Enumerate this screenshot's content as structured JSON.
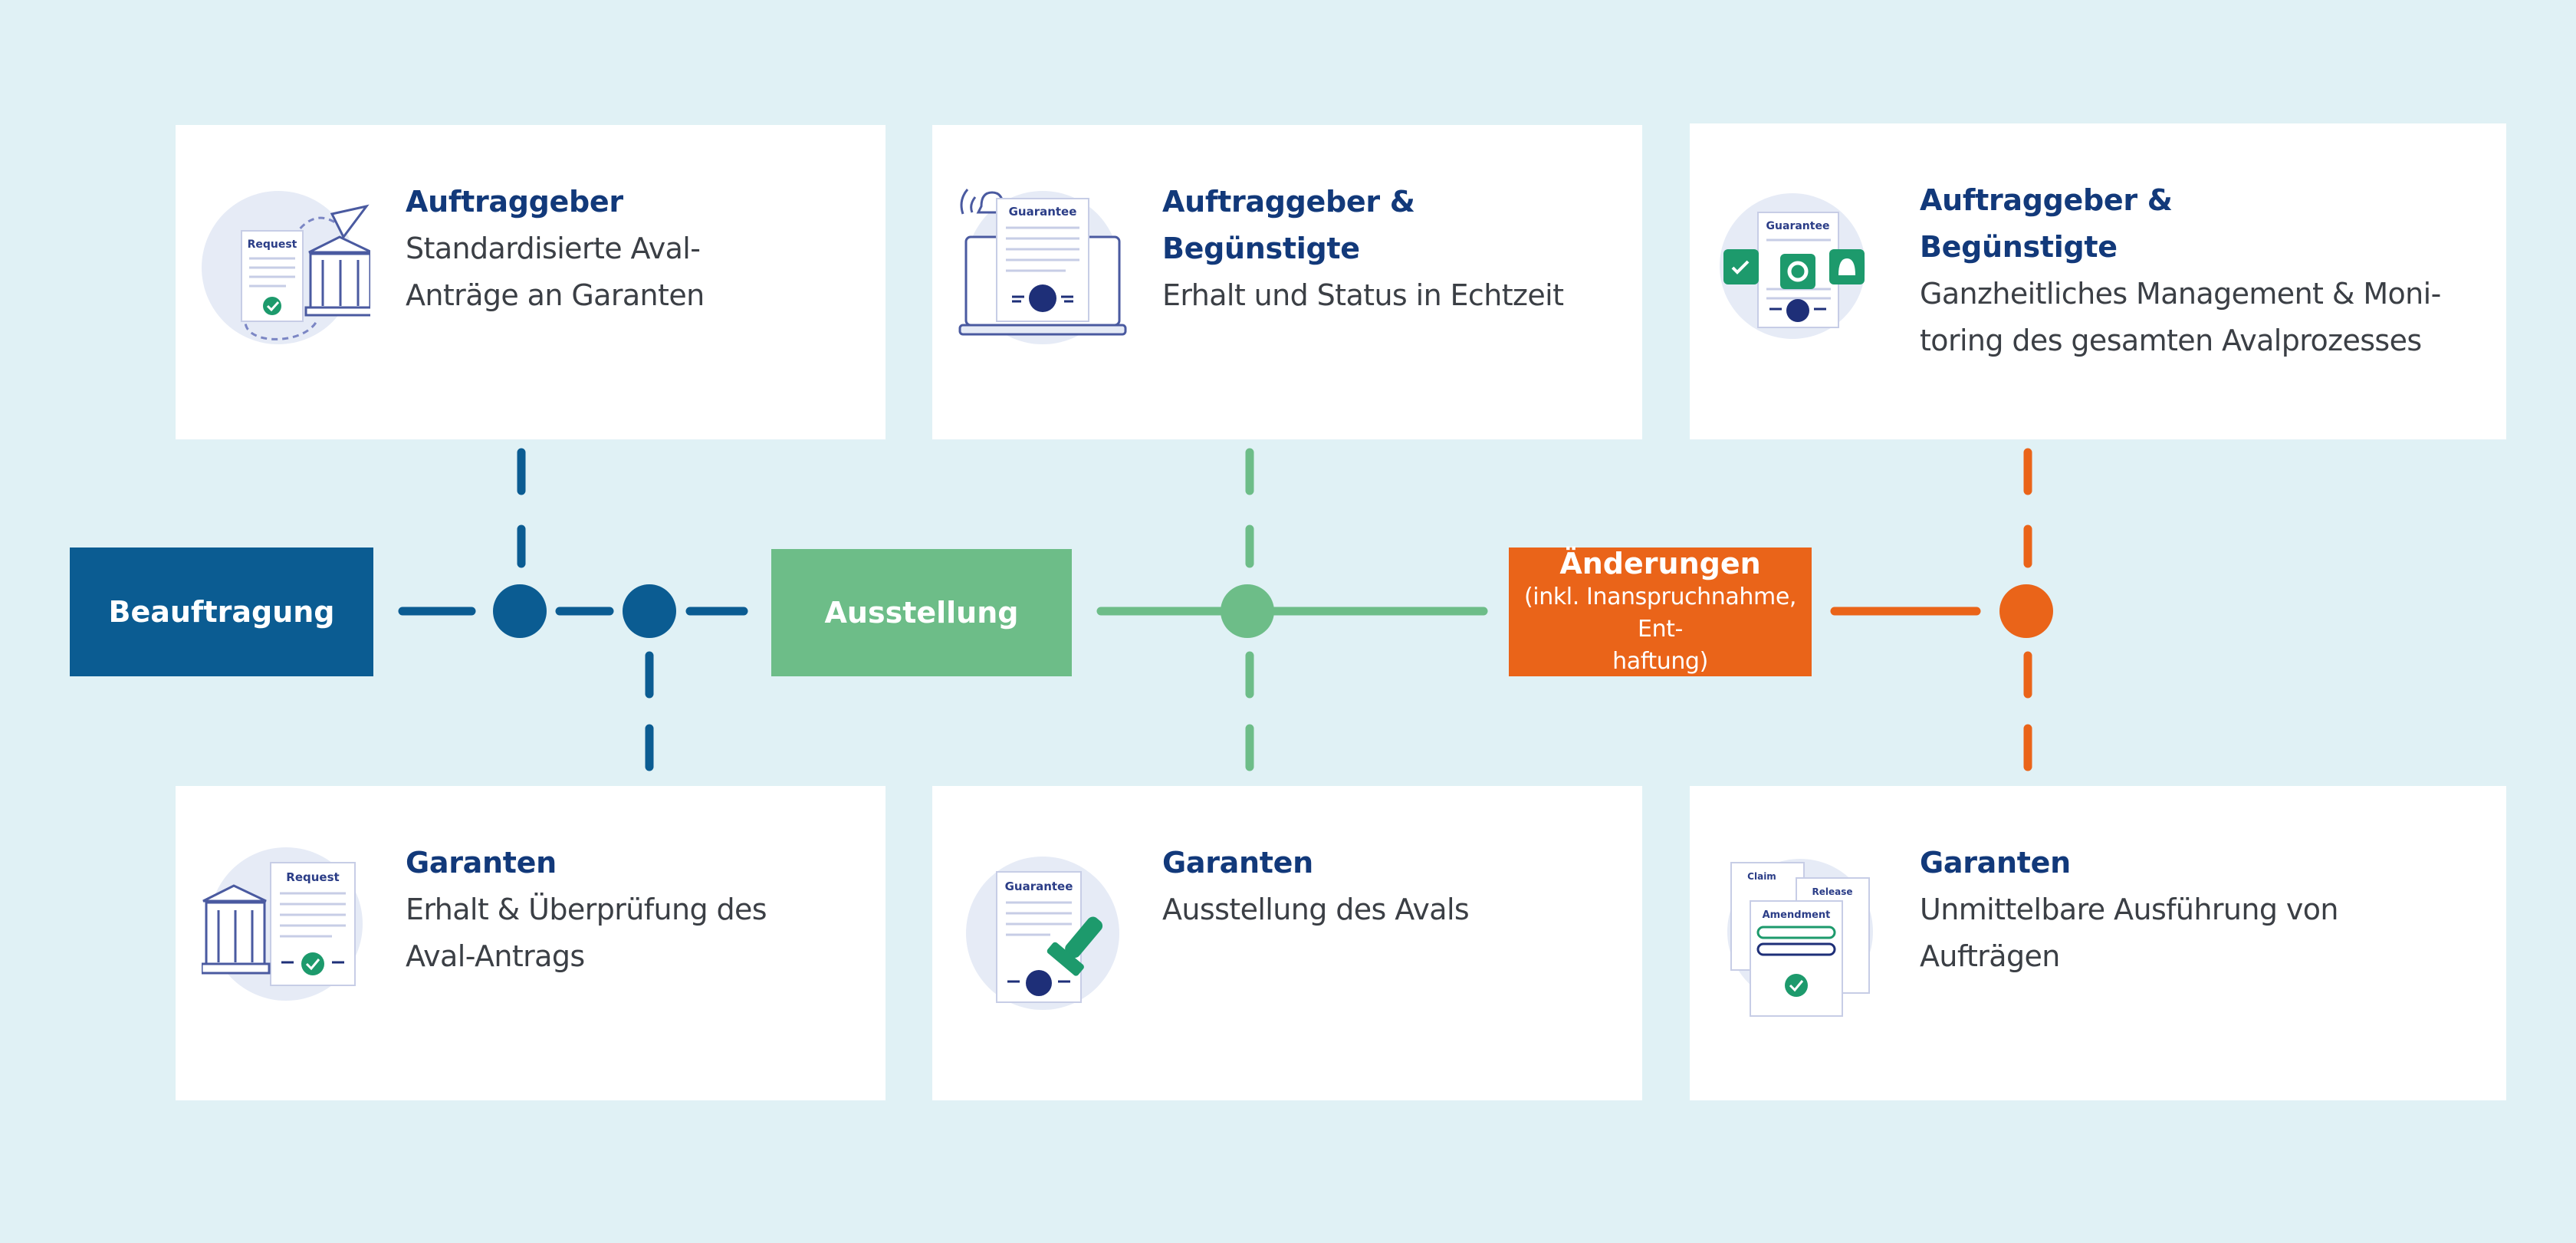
{
  "colors": {
    "background": "#e0f1f5",
    "blue": "#0b5c92",
    "green": "#6dbd88",
    "orange": "#ea6419",
    "title": "#12397a",
    "text": "#3b3f45"
  },
  "stages": [
    {
      "label": "Beauftragung",
      "sub": ""
    },
    {
      "label": "Ausstellung",
      "sub": ""
    },
    {
      "label": "Änderungen",
      "sub": "(inkl. Inanspruchnahme, Ent-\nhaftung)"
    }
  ],
  "cards_top": [
    {
      "title": "Auftraggeber",
      "desc": "Standardisierte Aval-\nAnträge an Garanten",
      "icon": "bank-request-icon"
    },
    {
      "title": "Auftraggeber &\nBegünstigte",
      "desc": "Erhalt und Status in Echtzeit",
      "icon": "laptop-guarantee-icon"
    },
    {
      "title": "Auftraggeber &\nBegünstigte",
      "desc": "Ganzheitliches Management & Moni-\ntoring des gesamten Avalprozesses",
      "icon": "guarantee-dashboard-icon"
    }
  ],
  "cards_bottom": [
    {
      "title": "Garanten",
      "desc": "Erhalt & Überprüfung des\nAval-Antrags",
      "icon": "bank-request-check-icon"
    },
    {
      "title": "Garanten",
      "desc": "Ausstellung des Avals",
      "icon": "guarantee-stamp-icon"
    },
    {
      "title": "Garanten",
      "desc": "Unmittelbare Ausführung von Aufträgen",
      "icon": "claim-amendment-icon"
    }
  ],
  "icon_texts": {
    "request": "Request",
    "guarantee": "Guarantee",
    "claim": "Claim",
    "release": "Release",
    "amendment": "Amendment"
  }
}
